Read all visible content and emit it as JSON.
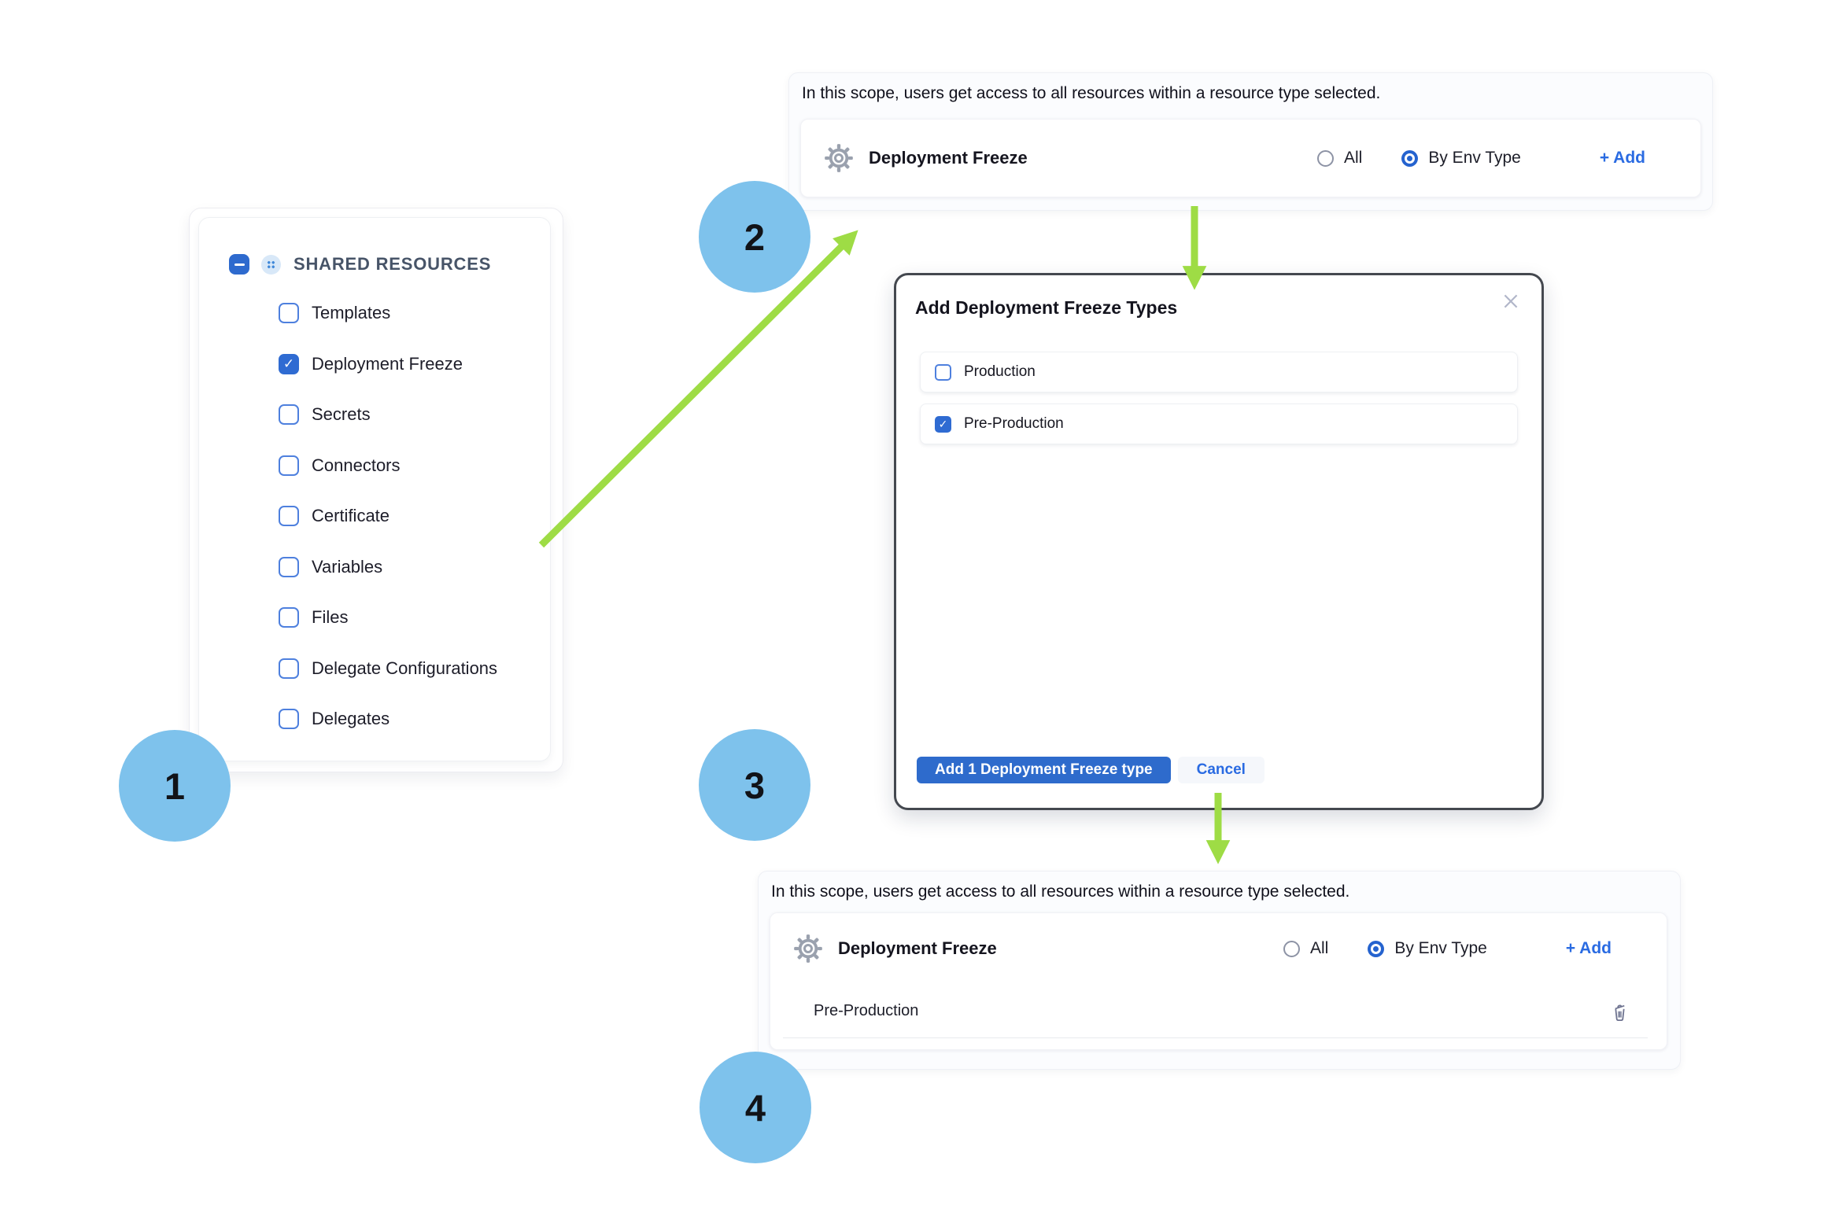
{
  "colors": {
    "accent_blue": "#2f6bd2",
    "link_blue": "#2a6be2",
    "arrow_green": "#9edc45",
    "badge_blue": "#7ec2ec",
    "modal_border": "#44484f"
  },
  "badges": [
    {
      "label": "1"
    },
    {
      "label": "2"
    },
    {
      "label": "3"
    },
    {
      "label": "4"
    }
  ],
  "sidebar": {
    "title": "SHARED RESOURCES",
    "items": [
      {
        "label": "Templates",
        "checked": false
      },
      {
        "label": "Deployment Freeze",
        "checked": true
      },
      {
        "label": "Secrets",
        "checked": false
      },
      {
        "label": "Connectors",
        "checked": false
      },
      {
        "label": "Certificate",
        "checked": false
      },
      {
        "label": "Variables",
        "checked": false
      },
      {
        "label": "Files",
        "checked": false
      },
      {
        "label": "Delegate Configurations",
        "checked": false
      },
      {
        "label": "Delegates",
        "checked": false
      }
    ]
  },
  "scope_top": {
    "description": "In this scope, users get access to all resources within a resource type selected.",
    "resource_label": "Deployment Freeze",
    "radios": [
      {
        "label": "All",
        "selected": false
      },
      {
        "label": "By Env Type",
        "selected": true
      }
    ],
    "add_label": "+ Add"
  },
  "modal": {
    "title": "Add Deployment Freeze Types",
    "options": [
      {
        "label": "Production",
        "checked": false
      },
      {
        "label": "Pre-Production",
        "checked": true
      }
    ],
    "primary_label": "Add 1 Deployment Freeze type",
    "cancel_label": "Cancel"
  },
  "scope_bottom": {
    "description": "In this scope, users get access to all resources within a resource type selected.",
    "resource_label": "Deployment Freeze",
    "radios": [
      {
        "label": "All",
        "selected": false
      },
      {
        "label": "By Env Type",
        "selected": true
      }
    ],
    "add_label": "+ Add",
    "selected_item": "Pre-Production"
  }
}
